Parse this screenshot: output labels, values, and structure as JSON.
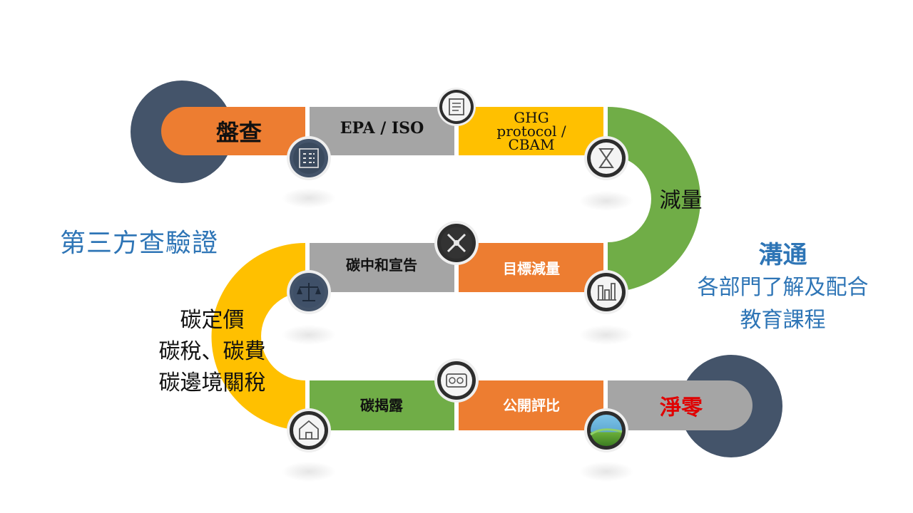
{
  "row1": {
    "start_label": "盤查",
    "seg2_label": "EPA / ISO",
    "seg3_lines": [
      "GHG",
      "protocol /",
      "CBAM"
    ]
  },
  "curve_right_label": "減量",
  "row2": {
    "seg_a_label": "碳中和宣告",
    "seg_b_label": "目標減量"
  },
  "curve_left_lines": [
    "碳定價",
    "碳稅、碳費",
    "碳邊境關稅"
  ],
  "row3": {
    "seg_a_label": "碳揭露",
    "seg_b_label": "公開評比",
    "end_label": "淨零"
  },
  "left_note": "第三方查驗證",
  "right_note": {
    "title": "溝通",
    "lines": [
      "各部門了解及配合",
      "教育課程"
    ]
  },
  "colors": {
    "orange": "#ED7D31",
    "gray": "#A5A5A5",
    "yellow": "#FFC000",
    "green": "#70AD47",
    "navy": "#44546A",
    "blue_text": "#2E75B6",
    "red_text": "#E00000"
  },
  "icons": [
    "document-icon",
    "calculator-icon",
    "hourglass-icon",
    "tools-icon",
    "scales-icon",
    "factory-icon",
    "report-icon",
    "house-icon",
    "globe-icon"
  ]
}
